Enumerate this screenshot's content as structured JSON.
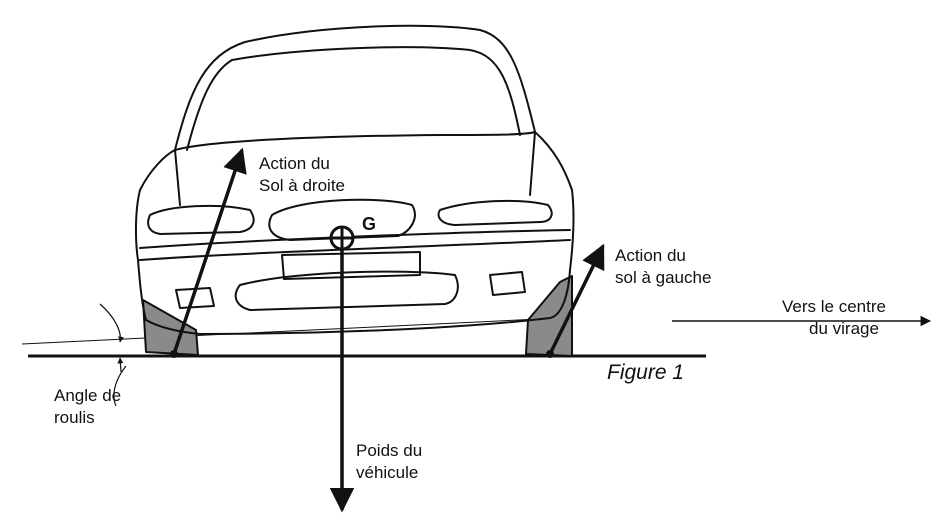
{
  "labels": {
    "ground_right": [
      "Action du",
      "Sol à droite"
    ],
    "ground_left": [
      "Action du",
      "sol à gauche"
    ],
    "center_of_turn": [
      "Vers le centre",
      "du virage"
    ],
    "weight": [
      "Poids du",
      "véhicule"
    ],
    "roll_angle": [
      "Angle de",
      "roulis"
    ],
    "center_of_gravity": "G",
    "figure": "Figure 1"
  },
  "colors": {
    "ink": "#111111",
    "tire_shade": "#8a8a8a",
    "background": "#ffffff"
  }
}
